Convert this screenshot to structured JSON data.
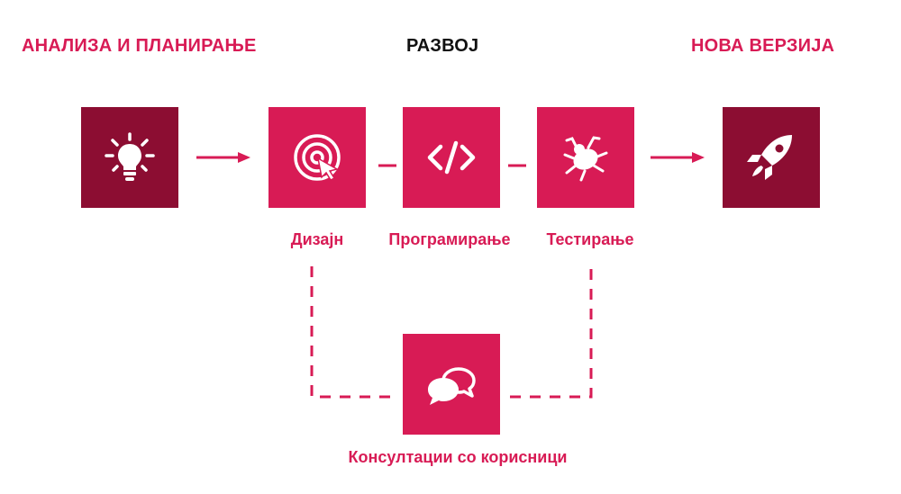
{
  "headings": {
    "analysis": "АНАЛИЗА И ПЛАНИРАЊЕ",
    "development": "РАЗВОЈ",
    "release": "НОВА ВЕРЗИЈА"
  },
  "steps": {
    "design": "Дизајн",
    "programming": "Програмирање",
    "testing": "Тестирање",
    "consultation": "Консултации со корисници"
  },
  "icons": {
    "analysis": "lightbulb-icon",
    "design": "target-icon",
    "programming": "code-icon",
    "testing": "bug-icon",
    "release": "rocket-icon",
    "consultation": "chat-bubbles-icon"
  },
  "colors": {
    "accent": "#d81b55",
    "dark": "#8c0d32",
    "heading_dark": "#111111",
    "icon": "#ffffff"
  }
}
